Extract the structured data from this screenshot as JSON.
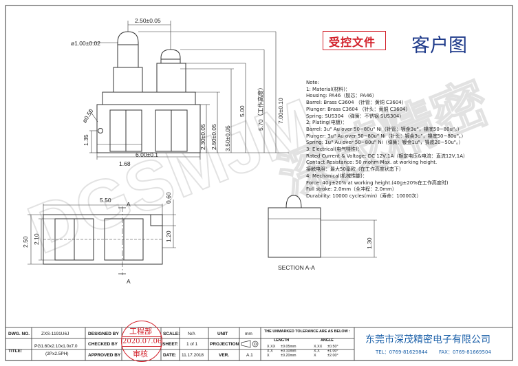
{
  "watermark": "DGSMJM",
  "watermark_cn": "深茂精密",
  "stamp_controlled": "受控文件",
  "stamp_customer": "客户图",
  "top_view": {
    "dim_pitch": "2.50±0.05",
    "dim_tip": "ø1.00±0.02",
    "dim_hole": "ø0.50",
    "dim_135": "1.35",
    "dim_168": "1.68",
    "dim_600": "6.00±0.1",
    "dim_230": "2.30±0.05",
    "dim_250": "2.50±0.05",
    "dim_350": "3.50±0.05",
    "dim_500": "5.00",
    "dim_570": "5.70（工作高度）",
    "dim_700": "7.00±0.10"
  },
  "bottom_view": {
    "dim_550": "5.50",
    "dim_060": "0.60",
    "dim_250": "2.50",
    "dim_210": "2.10",
    "dim_120": "1.20",
    "section_mark": "A"
  },
  "section": {
    "dim_130": "1.30",
    "label": "SECTION  A-A"
  },
  "notes": [
    "Note:",
    "1: Material(材料)：",
    "    Housing: PA46（胶芯：PA46）",
    "    Barrel: Brass C3604 （针管：黄铜 C3604）",
    "    Plunger: Brass C3604 （针头：黄铜 C3604）",
    "    Spring: SUS304 （弹簧：不锈钢 SUS304）",
    "2: Plating(电镀)：",
    "    Barrel: 3u\" Au over 50~80u\" Ni（针管：镀金3u\"，镍底50~80u\"。）",
    "    Plunger: 3u\" Au over 50~80u\" Ni（针头：镀金3u\"，镍底50~80u\"。）",
    "    Spring: 1u\" Au over 50~80u\" Ni（弹簧：镀金1u\"，镍底20~50u\"。）",
    "3: Electrical(电气特性)：",
    "    Rated Current & Voltage: DC 12V,1A（额定电压&电流：直流12V,1A）",
    "    Contact Resistance: 50 mohm Max. at working height.",
    "    接触电阻：最大50毫欧（在工作高度状态下）",
    "4: Mechanical(机械性能)：",
    "    Force: 40g±20% at working height.(40g±20%在工作高度时)",
    "    Full stroke: 2.0mm（全冲程：2.0mm）",
    "    Durability: 10000 cycles(min)（寿命：10000次）"
  ],
  "title_block": {
    "dwg_no_label": "DWG. NO.",
    "dwg_no": "ZXS-1191U6J",
    "title_label": "TITLE:",
    "title_1": "PG1.60x2.10x1.0x7.0",
    "title_2": "(2Px2.5PH)",
    "designed_label": "DESIGNED BY",
    "checked_label": "CHECKED BY",
    "approved_label": "APPROVED BY",
    "stamp_dept": "工程部",
    "stamp_date": "2020.07.06",
    "stamp_review": "审核",
    "scale_label": "SCALE:",
    "scale": "N/A",
    "sheet_label": "SHEET:",
    "sheet": "1 of 1",
    "date_label": "DATE:",
    "date": "11.17.2018",
    "unit_label": "UNIT",
    "unit": "mm",
    "projection_label": "PROJECTION",
    "ver_label": "VER.",
    "ver": "A.1",
    "tol_header": "THE UNMARKED TOLERANCE ARE AS BELOW :",
    "tol_length": "LENGTH",
    "tol_angle": "ANGLE",
    "tol_rows": [
      {
        "len": "X.XX",
        "lv": "±0.05mm",
        "ang": "X.XX",
        "av": "±0.50°"
      },
      {
        "len": "X.X",
        "lv": "±0.10mm",
        "ang": "X.X",
        "av": "±1.00°"
      },
      {
        "len": "X",
        "lv": "±0.20mm",
        "ang": "X",
        "av": "±2.00°"
      }
    ],
    "company": "东莞市深茂精密电子有限公司",
    "tel": "TEL：0769-81629844",
    "fax": "FAX：0769-81669504"
  }
}
